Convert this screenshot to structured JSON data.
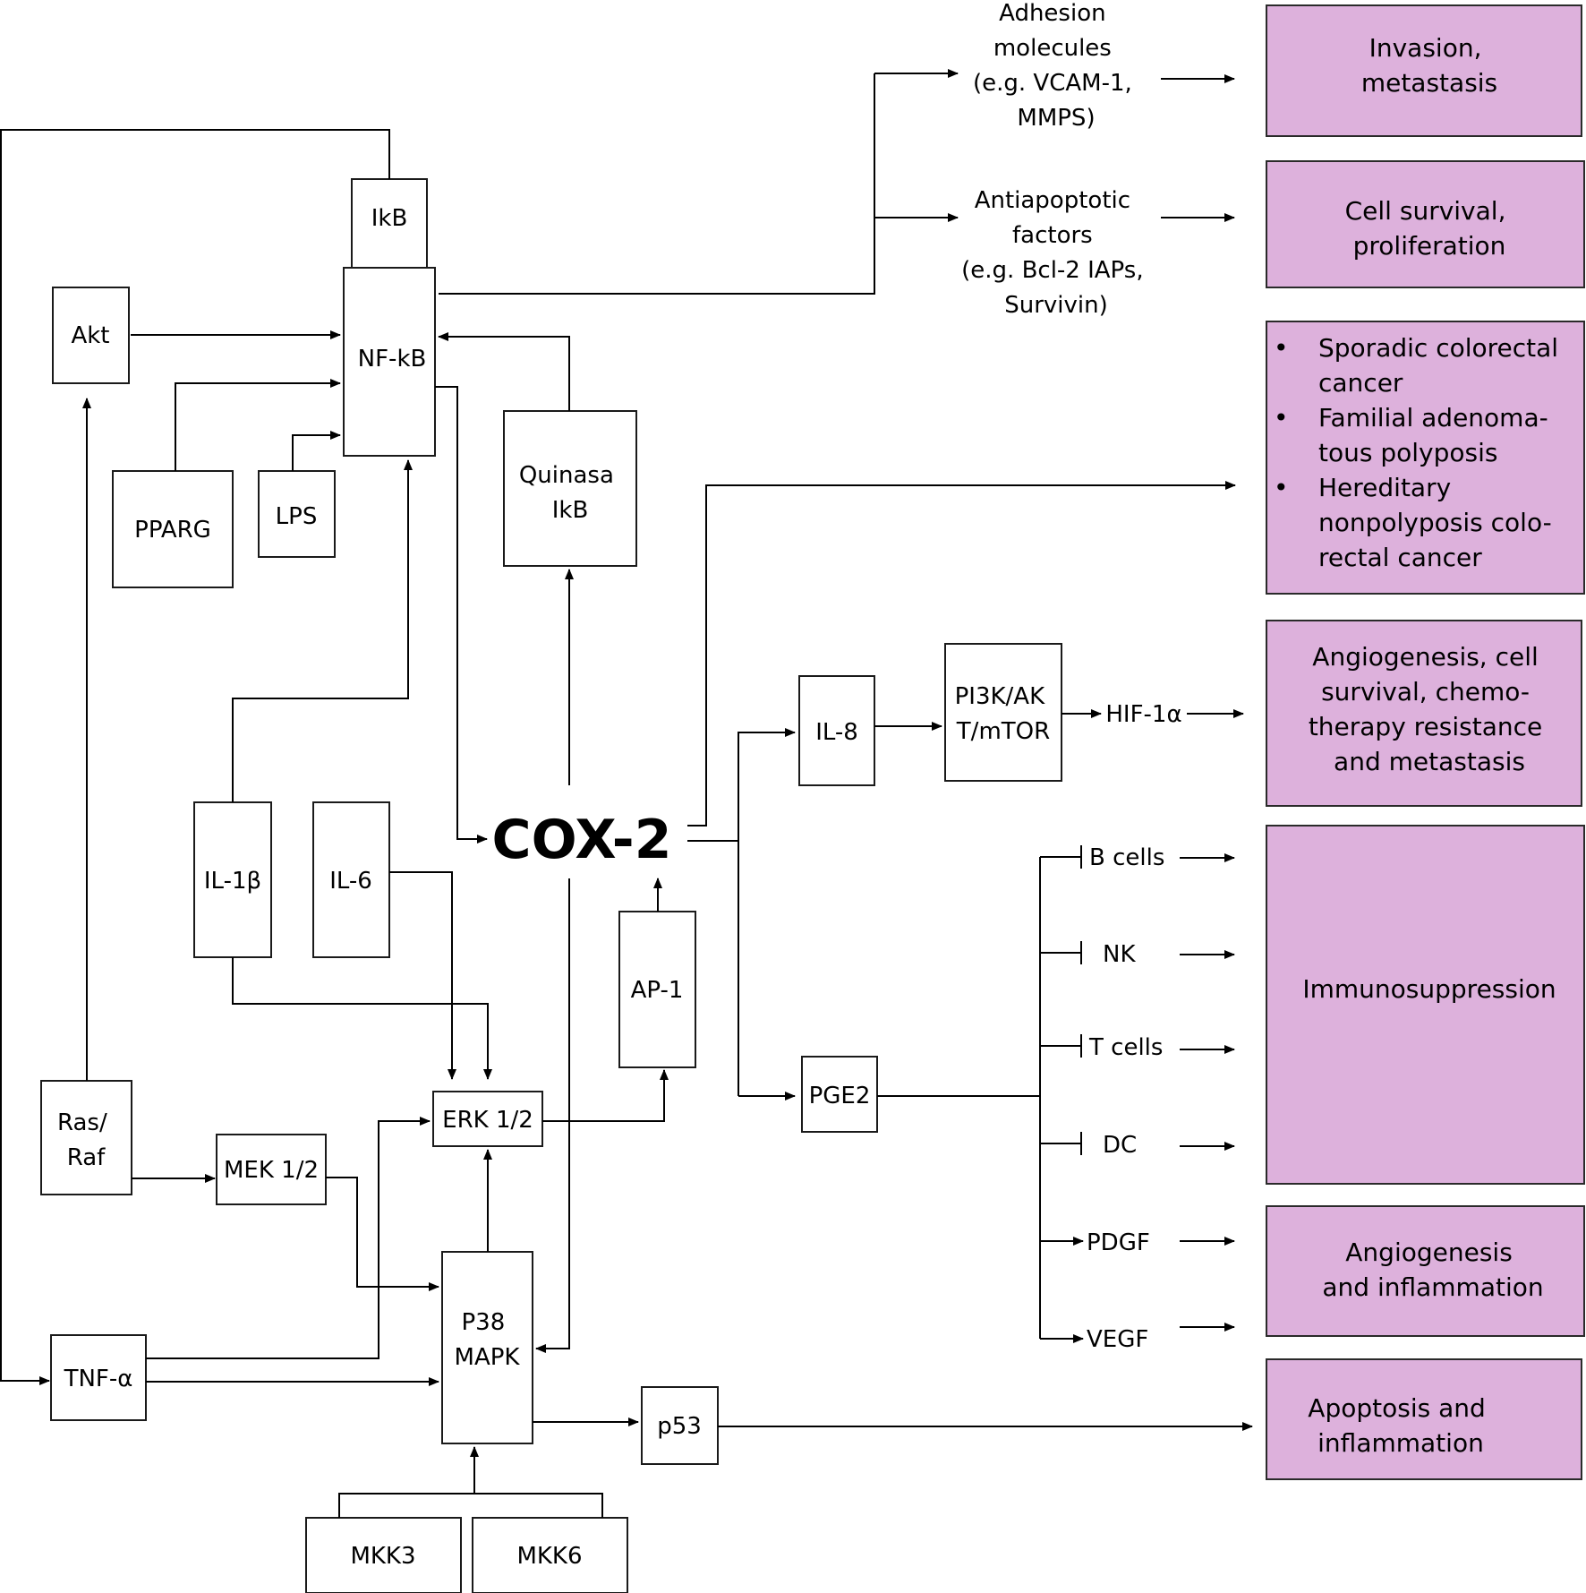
{
  "colors": {
    "outcome_fill": "#ddb1dc",
    "stroke": "#000000"
  },
  "nodes": {
    "ikb": "IkB",
    "nfkb": "NF-kB",
    "akt": "Akt",
    "pparg": "PPARG",
    "lps": "LPS",
    "quinasa": [
      "Quinasa",
      "IkB"
    ],
    "cox2": "COX-2",
    "il1b": "IL-1β",
    "il6": "IL-6",
    "ap1": "AP-1",
    "erk": "ERK 1/2",
    "rasraf": [
      "Ras/",
      "Raf"
    ],
    "mek": "MEK 1/2",
    "p38": [
      "P38",
      "MAPK"
    ],
    "tnfa": "TNF-α",
    "p53": "p53",
    "mkk3": "MKK3",
    "mkk6": "MKK6",
    "il8": "IL-8",
    "pi3k": [
      "PI3K/AK",
      "T/mTOR"
    ],
    "hif": "HIF-1α",
    "pge2": "PGE2"
  },
  "factors": {
    "adhesion": [
      "Adhesion",
      "molecules",
      "(e.g. VCAM-1,",
      "MMPS)"
    ],
    "antiapoptotic": [
      "Antiapoptotic",
      "factors",
      "(e.g. Bcl-2 IAPs,",
      "Survivin)"
    ]
  },
  "targets": {
    "bcells": "B cells",
    "nk": "NK",
    "tcells": "T cells",
    "dc": "DC",
    "pdgf": "PDGF",
    "vegf": "VEGF"
  },
  "outcomes": {
    "invasion": [
      "Invasion,",
      "metastasis"
    ],
    "survival": [
      "Cell survival,",
      "proliferation"
    ],
    "cancers": [
      [
        "Sporadic colorectal",
        "cancer"
      ],
      [
        "Familial adenoma-",
        "tous polyposis"
      ],
      [
        "Hereditary",
        "nonpolyposis colo-",
        "rectal cancer"
      ]
    ],
    "angio_chemo": [
      "Angiogenesis, cell",
      "survival, chemo-",
      "therapy resistance",
      "and metastasis"
    ],
    "immuno": [
      "Immunosuppression"
    ],
    "angio_inflam": [
      "Angiogenesis",
      "and inflammation"
    ],
    "apoptosis": [
      "Apoptosis and",
      "inflammation"
    ]
  }
}
